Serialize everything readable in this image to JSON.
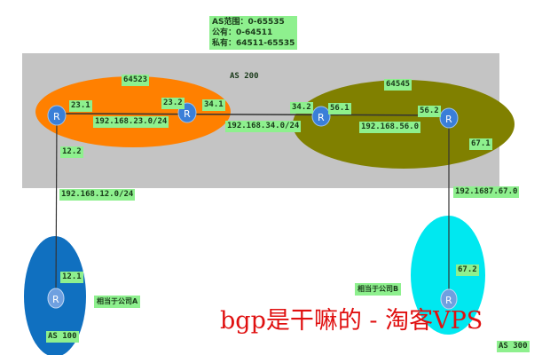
{
  "as_note": {
    "lines": [
      "AS范围：0-65535",
      "公有：0-64511",
      "私有：64511-65535"
    ]
  },
  "areas": {
    "as200": "AS 200",
    "as100": "AS 100",
    "as300": "AS 300",
    "sub1": "64523",
    "sub2": "64545"
  },
  "networks": {
    "n23": "192.168.23.0/24",
    "n34": "192.168.34.0/24",
    "n56": "192.168.56.0",
    "n67": "192.1687.67.0",
    "n12": "192.168.12.0/24"
  },
  "interfaces": {
    "i231": "23.1",
    "i232": "23.2",
    "i341": "34.1",
    "i342": "34.2",
    "i561": "56.1",
    "i562": "56.2",
    "i671": "67.1",
    "i672": "67.2",
    "i122": "12.2",
    "i121": "12.1"
  },
  "companies": {
    "a": "相当于公司A",
    "b": "相当于公司B"
  },
  "colors": {
    "as200_bg": "#c4c4c4",
    "sub1": "#ff8000",
    "sub2": "#808000",
    "as100": "#1070c0",
    "as300": "#00e8f0",
    "label": "#8ef08e",
    "watermark": "#e01010"
  },
  "watermark": "bgp是干嘛的 - 淘客VPS"
}
